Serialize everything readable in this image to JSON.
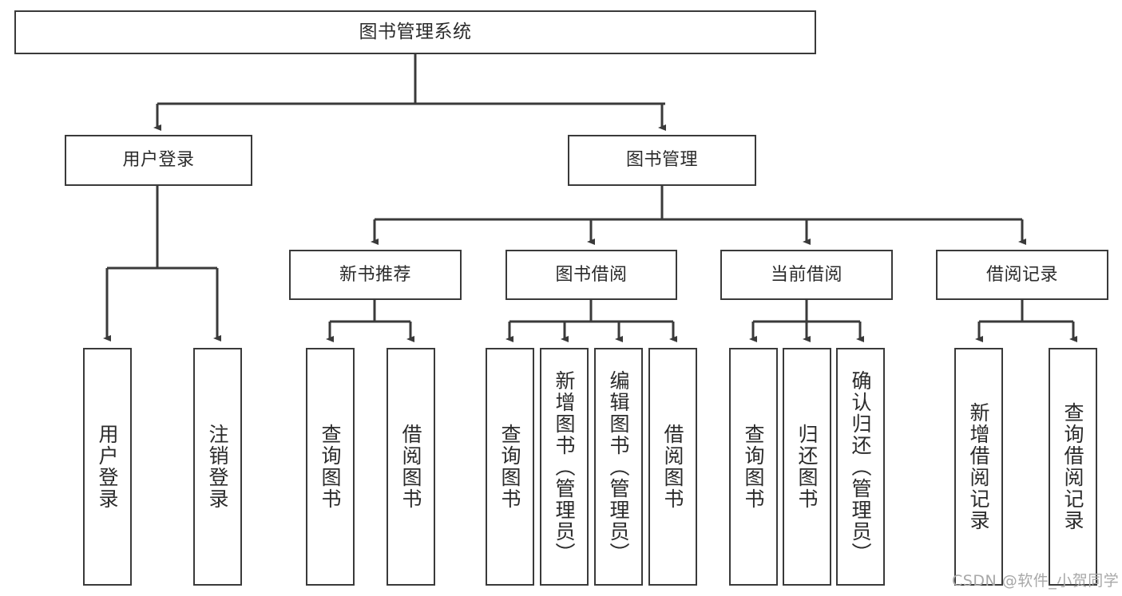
{
  "diagram": {
    "title": "图书管理系统",
    "type": "hierarchy-tree",
    "root": {
      "label": "图书管理系统"
    },
    "level2": [
      {
        "label": "用户登录"
      },
      {
        "label": "图书管理"
      }
    ],
    "level3": [
      {
        "label": "新书推荐"
      },
      {
        "label": "图书借阅"
      },
      {
        "label": "当前借阅"
      },
      {
        "label": "借阅记录"
      }
    ],
    "leaves": {
      "user_login": [
        {
          "label": "用户登录"
        },
        {
          "label": "注销登录"
        }
      ],
      "new_book_recommend": [
        {
          "label": "查询图书"
        },
        {
          "label": "借阅图书"
        }
      ],
      "book_borrow": [
        {
          "label": "查询图书"
        },
        {
          "label": "新增图书（管理员）"
        },
        {
          "label": "编辑图书（管理员）"
        },
        {
          "label": "借阅图书"
        }
      ],
      "current_borrow": [
        {
          "label": "查询图书"
        },
        {
          "label": "归还图书"
        },
        {
          "label": "确认归还（管理员）"
        }
      ],
      "borrow_record": [
        {
          "label": "新增借阅记录"
        },
        {
          "label": "查询借阅记录"
        }
      ]
    }
  },
  "watermark": {
    "text": "CSDN @软件_小贺同学"
  },
  "colors": {
    "border": "#3a3a3a",
    "text": "#2b2b2b",
    "background": "#ffffff",
    "watermark": "#a8a8a8"
  }
}
